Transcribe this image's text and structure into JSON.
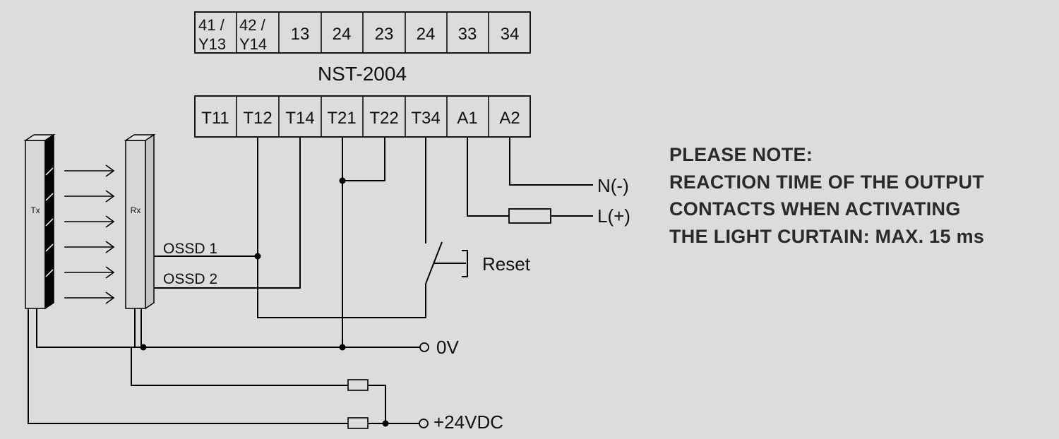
{
  "module": {
    "name": "NST-2004",
    "top_terminals": [
      {
        "id": "t41",
        "line1": "41 /",
        "line2": "Y13"
      },
      {
        "id": "t42",
        "line1": "42 /",
        "line2": "Y14"
      },
      {
        "id": "t13",
        "label": "13"
      },
      {
        "id": "t24a",
        "label": "24"
      },
      {
        "id": "t23",
        "label": "23"
      },
      {
        "id": "t24b",
        "label": "24"
      },
      {
        "id": "t33",
        "label": "33"
      },
      {
        "id": "t34",
        "label": "34"
      }
    ],
    "bottom_terminals": [
      "T11",
      "T12",
      "T14",
      "T21",
      "T22",
      "T34",
      "A1",
      "A2"
    ]
  },
  "light_curtain": {
    "transmitter_label": "Tx",
    "receiver_label": "Rx",
    "outputs": [
      "OSSD 1",
      "OSSD 2"
    ]
  },
  "connections": {
    "reset_label": "Reset",
    "neutral_label": "N(-)",
    "line_label": "L(+)",
    "ground_label": "0V",
    "supply_label": "+24VDC"
  },
  "note": {
    "lines": [
      "PLEASE NOTE:",
      "REACTION TIME OF THE OUTPUT",
      "CONTACTS  WHEN  ACTIVATING",
      "THE LIGHT CURTAIN: MAX. 15 ms"
    ]
  }
}
